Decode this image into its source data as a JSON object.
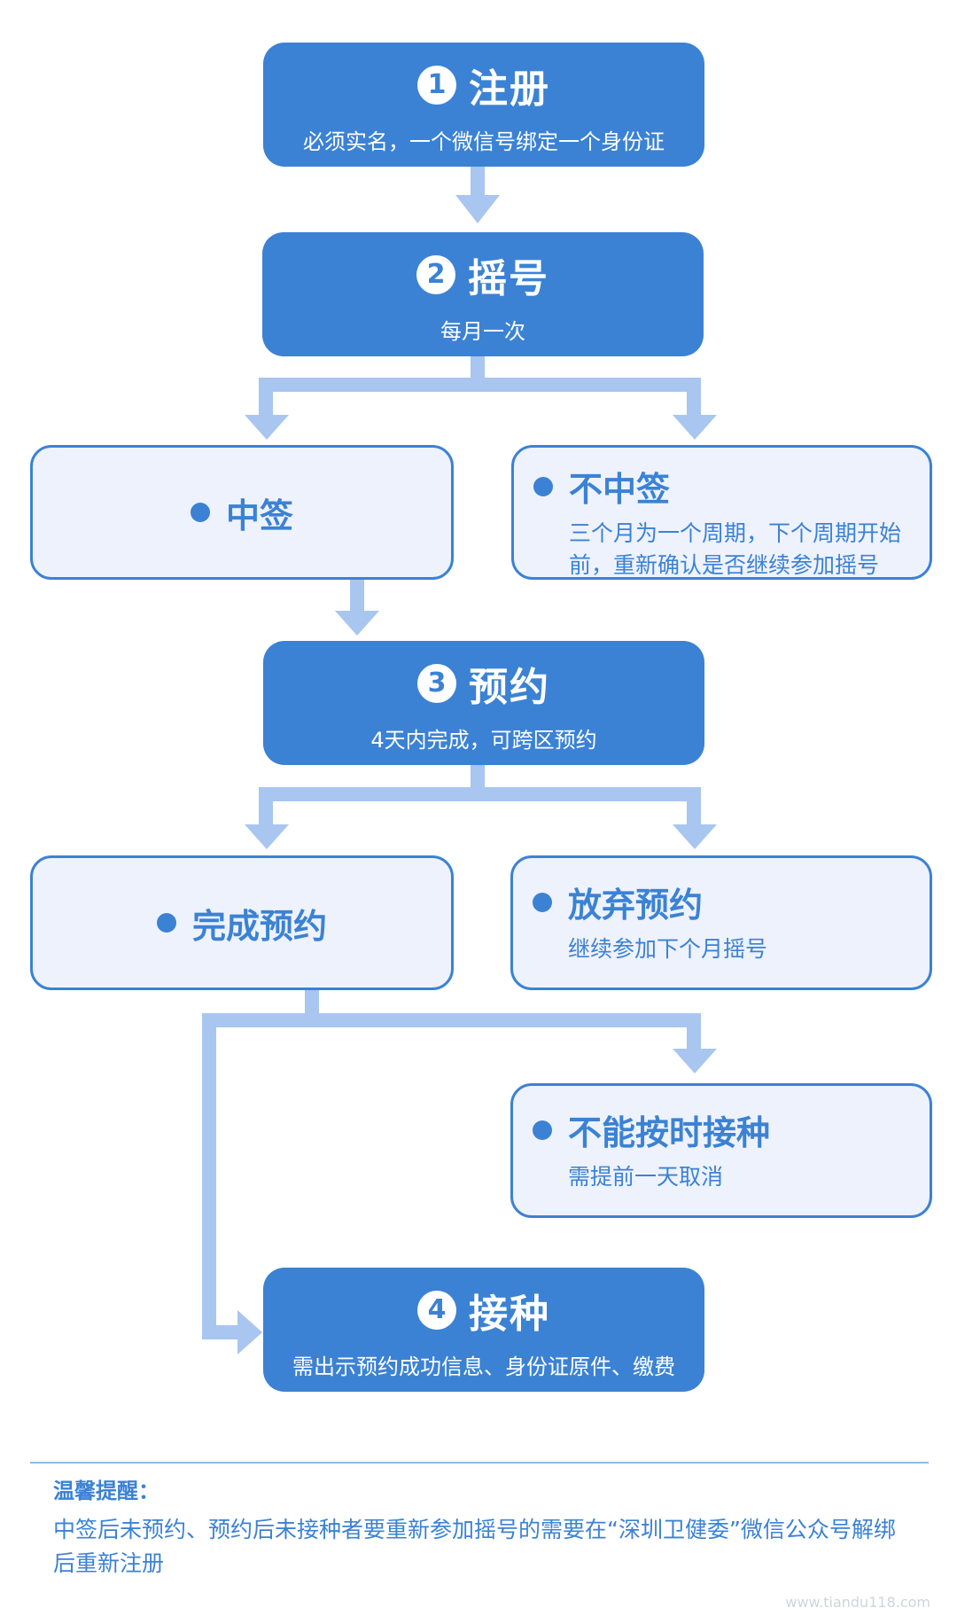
{
  "steps": [
    {
      "number": "1",
      "title": "注册",
      "subtitle": "必须实名，一个微信号绑定一个身份证"
    },
    {
      "number": "2",
      "title": "摇号",
      "subtitle": "每月一次"
    },
    {
      "number": "3",
      "title": "预约",
      "subtitle": "4天内完成，可跨区预约"
    },
    {
      "number": "4",
      "title": "接种",
      "subtitle": "需出示预约成功信息、身份证原件、缴费"
    }
  ],
  "outcomes": {
    "won": {
      "title": "中签"
    },
    "not_won": {
      "title": "不中签",
      "desc": "三个月为一个周期，下个周期开始前，重新确认是否继续参加摇号"
    },
    "booked": {
      "title": "完成预约"
    },
    "abandon": {
      "title": "放弃预约",
      "desc": "继续参加下个月摇号"
    },
    "cannot_attend": {
      "title": "不能按时接种",
      "desc": "需提前一天取消"
    }
  },
  "tips": {
    "title": "温馨提醒：",
    "body": "中签后未预约、预约后未接种者要重新参加摇号的需要在“深圳卫健委”微信公众号解绑后重新注册"
  },
  "watermark": "www.tiandu118.com",
  "colors": {
    "primary": "#3b82d4",
    "arrow": "#a8c6ef",
    "outcome_bg": "#eef2fd",
    "divider": "#8fb8ea"
  }
}
